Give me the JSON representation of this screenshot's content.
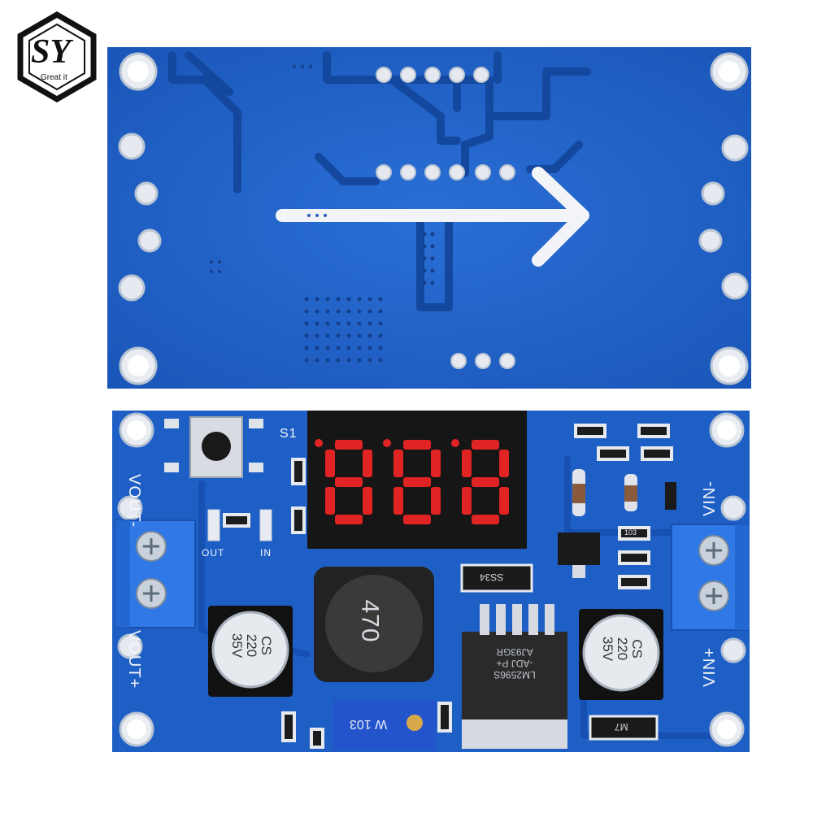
{
  "logo": {
    "brand": "SY",
    "tagline": "Great it"
  },
  "top_board": {
    "view": "back side"
  },
  "bottom_board": {
    "display_digits": "888",
    "labels": {
      "vout_minus": "VOUT-",
      "vout_plus": "VOUT+",
      "vin_minus": "VIN-",
      "vin_plus": "VIN+",
      "out": "OUT",
      "in": "IN",
      "s1": "S1",
      "inductor": "470",
      "cap_left": [
        "CS",
        "220",
        "35V"
      ],
      "cap_right": [
        "CS",
        "220",
        "35V"
      ],
      "pot": "W 103",
      "diode": "SS34",
      "ic_lines": [
        "LM2596S",
        "-ADJ P+",
        "AJ93GR"
      ],
      "resistor": "103",
      "diode2": "M7"
    }
  },
  "colors": {
    "pcb": "#1e5fc6",
    "pcb_dark": "#123f96",
    "silk": "#f4f6fb",
    "led": "#e02323",
    "display": "#161616"
  }
}
